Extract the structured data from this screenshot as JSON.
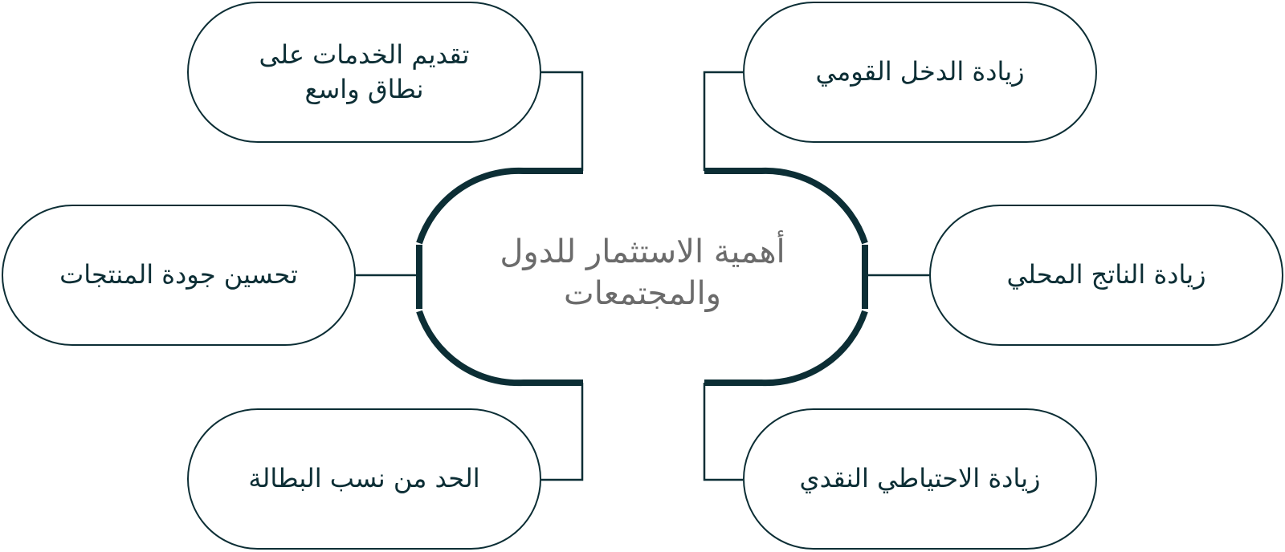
{
  "center": {
    "line1": "أهمية الاستثمار للدول",
    "line2": "والمجتمعات"
  },
  "items": [
    {
      "id": "top-left",
      "line1": "تقديم الخدمات على",
      "line2": "نطاق واسع"
    },
    {
      "id": "mid-left",
      "line1": "تحسين جودة المنتجات"
    },
    {
      "id": "bottom-left",
      "line1": "الحد من نسب البطالة"
    },
    {
      "id": "top-right",
      "line1": "زيادة الدخل القومي"
    },
    {
      "id": "mid-right",
      "line1": "زيادة الناتج المحلي"
    },
    {
      "id": "bottom-right",
      "line1": "زيادة الاحتياطي النقدي"
    }
  ],
  "colors": {
    "stroke": "#0c2e35",
    "center_text": "#6b6b6b",
    "background": "#ffffff"
  }
}
